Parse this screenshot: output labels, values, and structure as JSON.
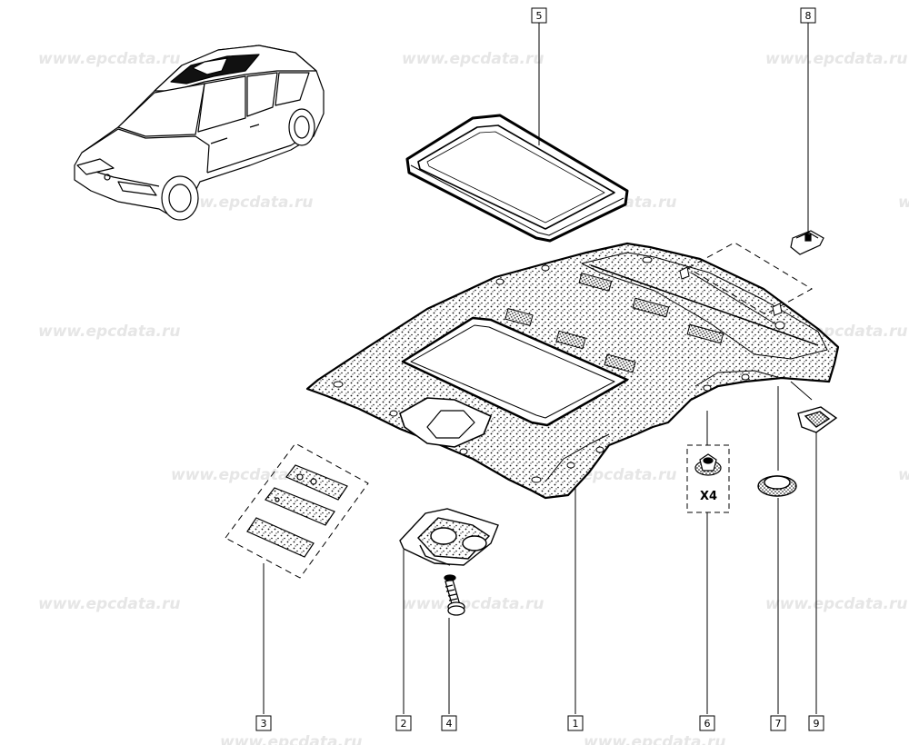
{
  "watermark": "www.epcdata.ru",
  "multiplier": "X4",
  "callouts": [
    {
      "id": "c1",
      "num": "1"
    },
    {
      "id": "c2",
      "num": "2"
    },
    {
      "id": "c3",
      "num": "3"
    },
    {
      "id": "c4",
      "num": "4"
    },
    {
      "id": "c5",
      "num": "5"
    },
    {
      "id": "c6",
      "num": "6"
    },
    {
      "id": "c7",
      "num": "7"
    },
    {
      "id": "c8",
      "num": "8"
    },
    {
      "id": "c9",
      "num": "9"
    }
  ]
}
